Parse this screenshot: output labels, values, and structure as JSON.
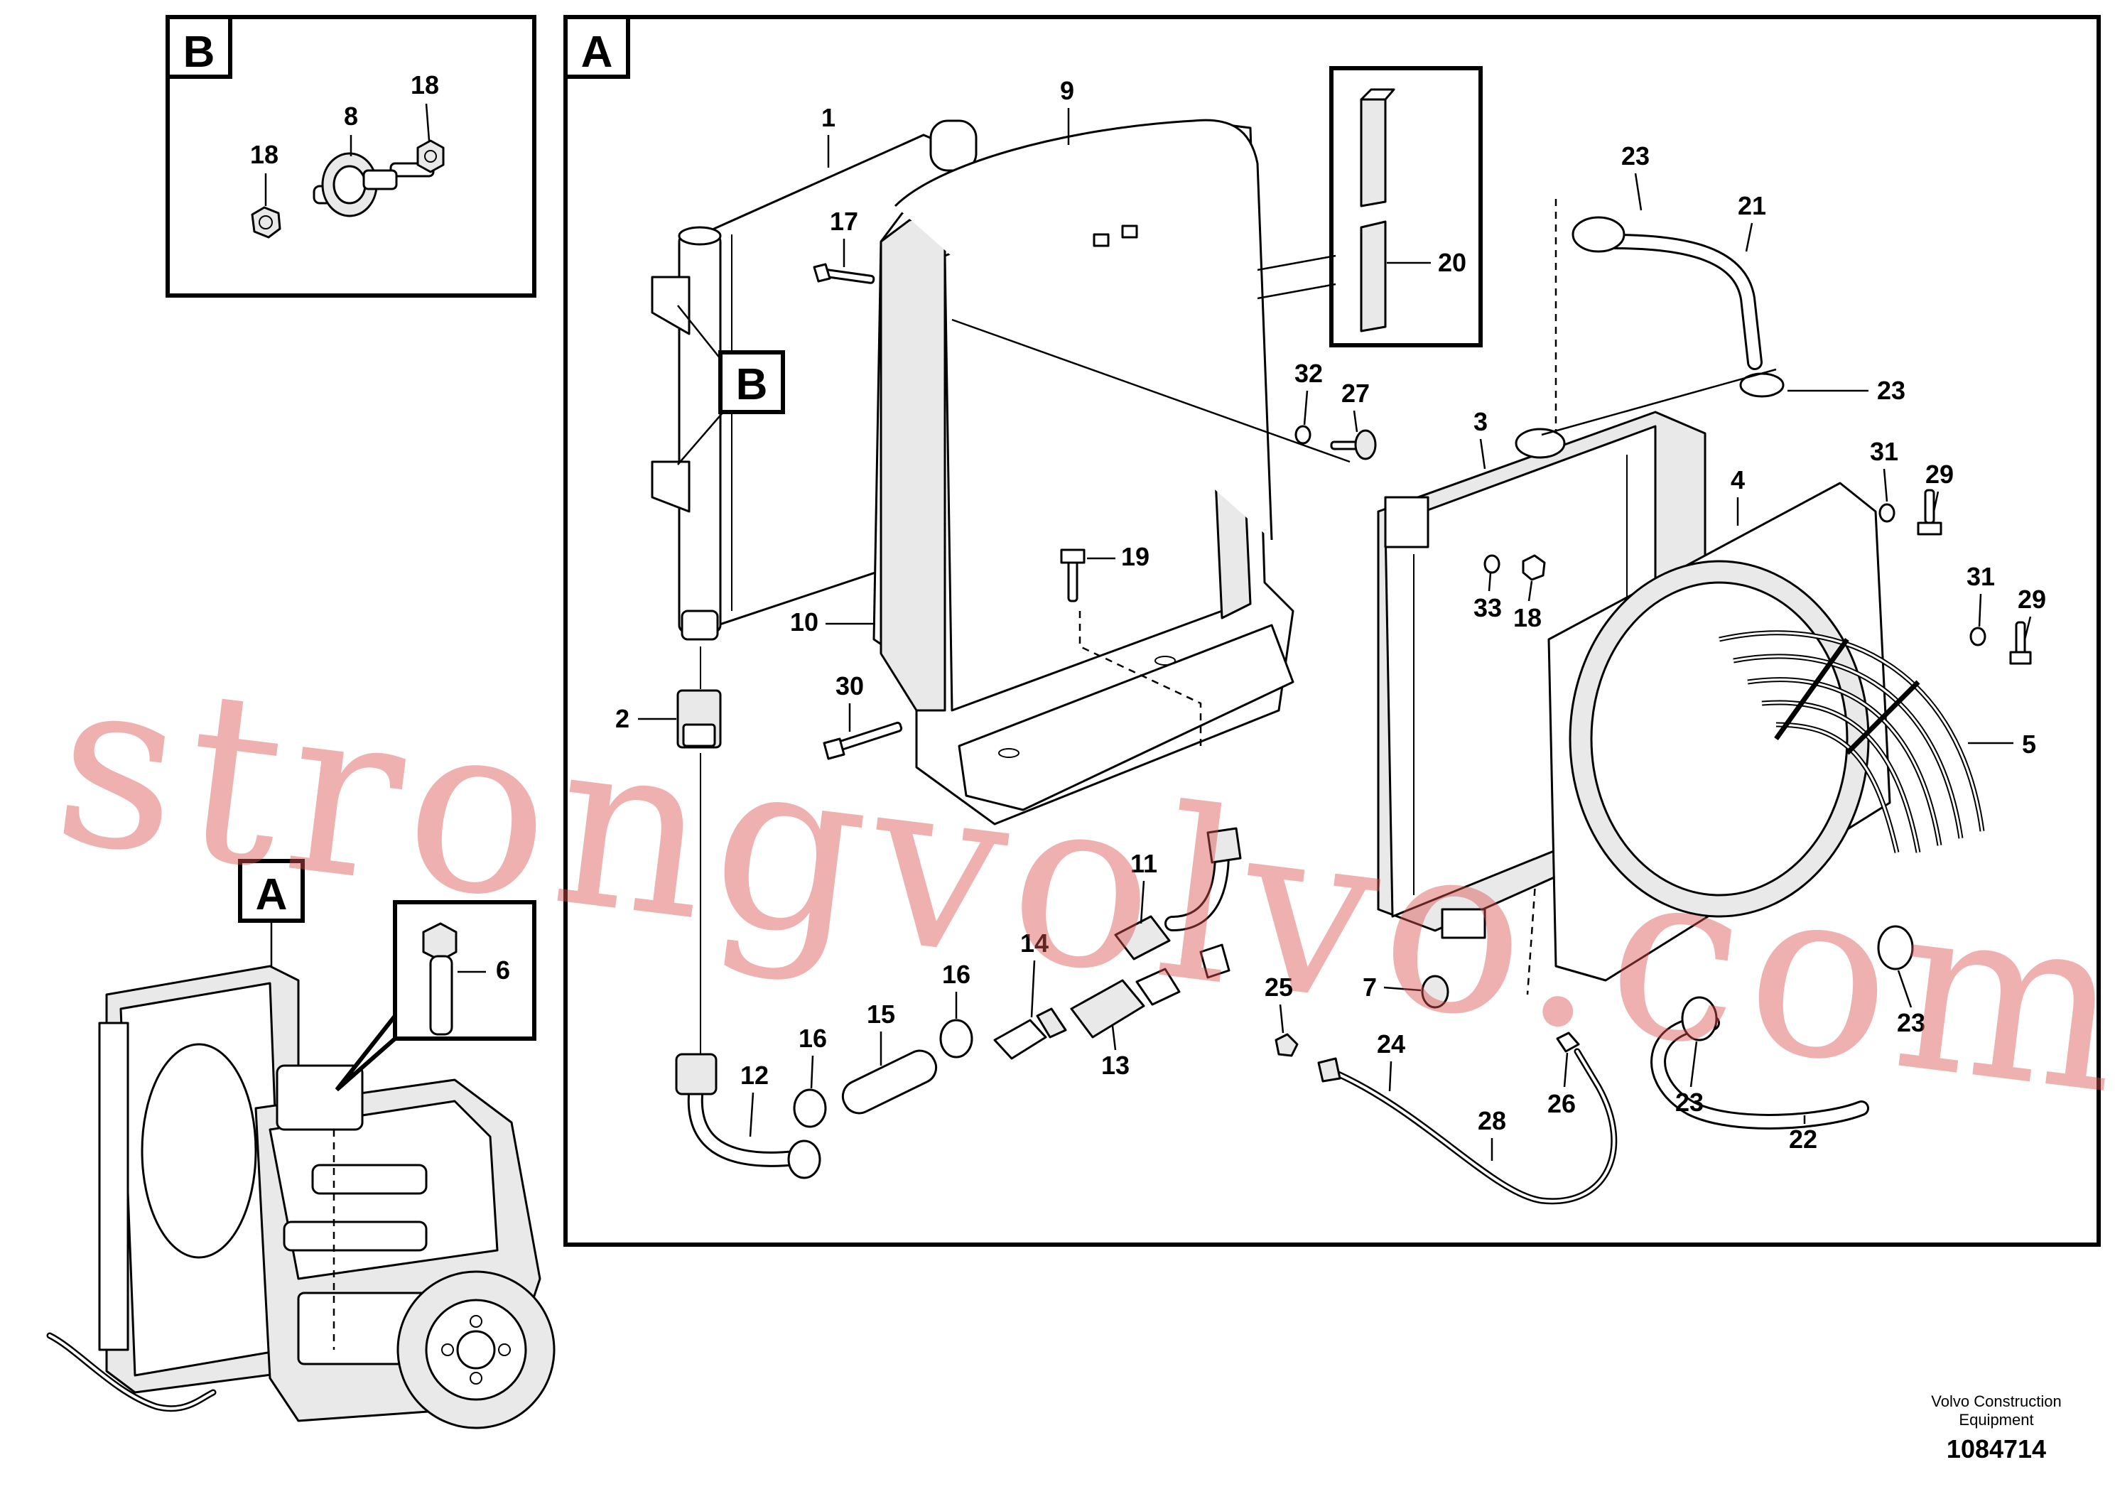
{
  "panels": {
    "detail_b": {
      "tag": "B"
    },
    "main_a": {
      "tag": "A"
    },
    "overview": {
      "tag": "A"
    }
  },
  "detail_b_callouts": [
    "18",
    "8",
    "18"
  ],
  "main_callouts": [
    "1",
    "9",
    "17",
    "20",
    "23",
    "21",
    "32",
    "27",
    "23",
    "3",
    "31",
    "29",
    "4",
    "19",
    "33",
    "18",
    "31",
    "29",
    "10",
    "30",
    "2",
    "5",
    "11",
    "14",
    "16",
    "7",
    "25",
    "24",
    "15",
    "16",
    "12",
    "13",
    "26",
    "28",
    "23",
    "23",
    "22"
  ],
  "overview_callouts": [
    "6"
  ],
  "inner_tags": {
    "b_pointer": "B"
  },
  "watermark": "strongvolvo.com",
  "footer": {
    "brand_line1": "Volvo Construction",
    "brand_line2": "Equipment",
    "drawing_number": "1084714"
  }
}
